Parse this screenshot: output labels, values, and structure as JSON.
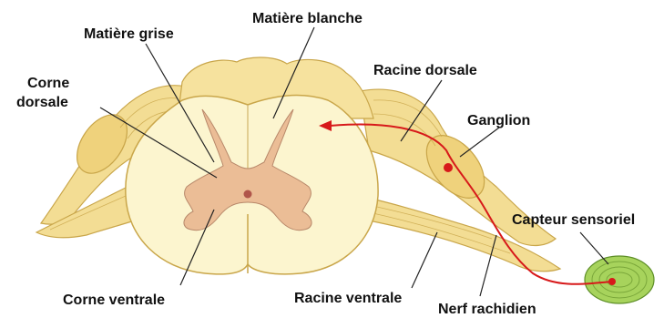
{
  "labels": {
    "matiere_grise": "Matière grise",
    "matiere_blanche": "Matière blanche",
    "corne_dorsale_l1": "Corne",
    "corne_dorsale_l2": "dorsale",
    "racine_dorsale": "Racine dorsale",
    "ganglion": "Ganglion",
    "capteur_sensoriel": "Capteur sensoriel",
    "corne_ventrale": "Corne ventrale",
    "racine_ventrale": "Racine ventrale",
    "nerf_rachidien": "Nerf rachidien"
  },
  "colors": {
    "white_matter": "#fcf5cf",
    "nerve": "#f0d98a",
    "nerve_dark": "#c9a64a",
    "grey_matter": "#ebbd96",
    "grey_matter_edge": "#b8886a",
    "neuron_path": "#d7191a",
    "receptor": "#a7d35c",
    "receptor_dark": "#5e8f28",
    "line": "#222222"
  }
}
